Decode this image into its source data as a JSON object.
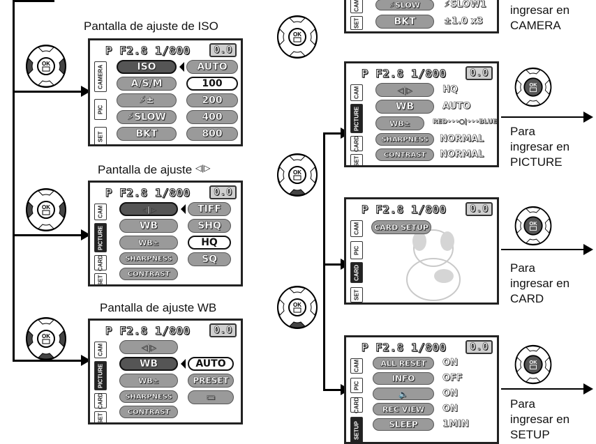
{
  "captions": {
    "iso": "Pantalla de ajuste de ISO",
    "quality": "Pantalla de ajuste",
    "wb": "Pantalla de ajuste WB"
  },
  "notes": {
    "camera": [
      "ingresar en",
      "CAMERA"
    ],
    "picture": [
      "Para",
      "ingresar en",
      "PICTURE"
    ],
    "card": [
      "Para",
      "ingresar en",
      "CARD"
    ],
    "setup": [
      "Para",
      "ingresar en",
      "SETUP"
    ]
  },
  "status": {
    "text": "P F2.8 1/800",
    "ev": "0.0"
  },
  "dpad": {
    "ok_label": "OK",
    "icon": "dpad-icon"
  },
  "iso_screen": {
    "tabs": [
      "CAMERA",
      "PIC",
      "SET"
    ],
    "menu": [
      "ISO",
      "A/S/M",
      "⚡±",
      "⚡SLOW",
      "BKT"
    ],
    "options": [
      "AUTO",
      "100",
      "200",
      "400",
      "800"
    ],
    "selected_option": "100"
  },
  "quality_screen": {
    "tabs": [
      "CAM",
      "PICTURE",
      "CARD",
      "SET"
    ],
    "menu": [
      "◁|▷",
      "WB",
      "WB±",
      "SHARPNESS",
      "CONTRAST"
    ],
    "options": [
      "TIFF",
      "SHQ",
      "HQ",
      "SQ"
    ],
    "selected_option": "HQ"
  },
  "wb_screen": {
    "tabs": [
      "CAM",
      "PICTURE",
      "CARD",
      "SET"
    ],
    "menu": [
      "◁|▷",
      "WB",
      "WB±",
      "SHARPNESS",
      "CONTRAST"
    ],
    "options": [
      "AUTO",
      "PRESET",
      "▭"
    ],
    "selected_option": "AUTO"
  },
  "camera_top_screen": {
    "tabs": [
      "CAM",
      "SET"
    ],
    "rows": [
      {
        "label": "⚡SLOW",
        "value": "⚡SLOW1"
      },
      {
        "label": "BKT",
        "value": "±1.0 x3"
      }
    ]
  },
  "picture_screen": {
    "tabs": [
      "CAM",
      "PICTURE",
      "CARD",
      "SET"
    ],
    "rows": [
      {
        "label": "◁|▷",
        "value": "HQ"
      },
      {
        "label": "WB",
        "value": "AUTO"
      },
      {
        "label": "WB±",
        "value": "RED•••○|•••BLUE"
      },
      {
        "label": "SHARPNESS",
        "value": "NORMAL"
      },
      {
        "label": "CONTRAST",
        "value": "NORMAL"
      }
    ]
  },
  "card_screen": {
    "tabs": [
      "CAM",
      "PIC",
      "CARD",
      "SET"
    ],
    "item": "CARD SETUP"
  },
  "setup_screen": {
    "tabs": [
      "CAM",
      "PIC",
      "CARD",
      "SETUP"
    ],
    "rows": [
      {
        "label": "ALL RESET",
        "value": "ON"
      },
      {
        "label": "INFO",
        "value": "OFF"
      },
      {
        "label": "🔈",
        "value": "ON"
      },
      {
        "label": "REC VIEW",
        "value": "ON"
      },
      {
        "label": "SLEEP",
        "value": "1MIN"
      }
    ]
  }
}
